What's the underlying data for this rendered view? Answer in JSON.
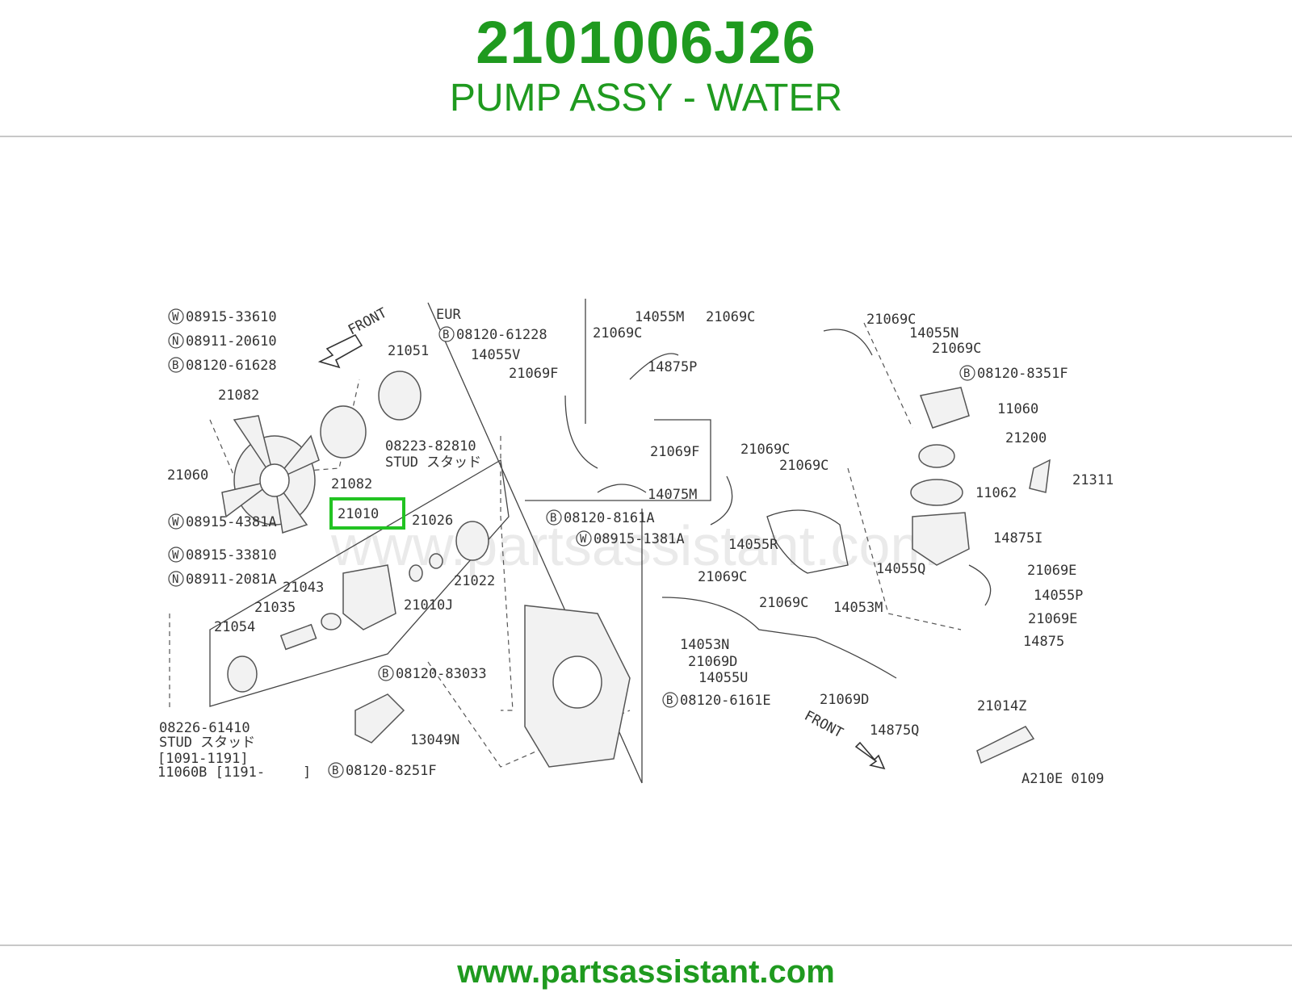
{
  "header": {
    "part_number": "2101006J26",
    "part_name": "PUMP ASSY - WATER"
  },
  "footer": {
    "site": "www.partsassistant.com"
  },
  "diagram": {
    "watermark": "www.partsassistant.com",
    "code": "A210E 0109",
    "front_label": "FRONT",
    "highlight_color": "#22c322",
    "highlighted_part": "21010",
    "callouts": [
      {
        "id": "w-08915-33610",
        "prefix": "W",
        "text": "08915-33610"
      },
      {
        "id": "n-08911-20610",
        "prefix": "N",
        "text": "08911-20610"
      },
      {
        "id": "b-08120-61628",
        "prefix": "B",
        "text": "08120-61628"
      },
      {
        "id": "p-21051",
        "text": "21051"
      },
      {
        "id": "p-21082a",
        "text": "21082"
      },
      {
        "id": "p-21082b",
        "text": "21082"
      },
      {
        "id": "p-21060",
        "text": "21060"
      },
      {
        "id": "p-08223",
        "text": "08223-82810"
      },
      {
        "id": "p-stud1",
        "text": "STUD スタッド"
      },
      {
        "id": "p-21010",
        "text": "21010"
      },
      {
        "id": "p-21026",
        "text": "21026"
      },
      {
        "id": "w-08915-4381a",
        "prefix": "W",
        "text": "08915-4381A"
      },
      {
        "id": "w-08915-33810",
        "prefix": "W",
        "text": "08915-33810"
      },
      {
        "id": "n-08911-2081a",
        "prefix": "N",
        "text": "08911-2081A"
      },
      {
        "id": "p-21043",
        "text": "21043"
      },
      {
        "id": "p-21022",
        "text": "21022"
      },
      {
        "id": "p-21035",
        "text": "21035"
      },
      {
        "id": "p-21010j",
        "text": "21010J"
      },
      {
        "id": "p-21054",
        "text": "21054"
      },
      {
        "id": "b-08120-83033",
        "prefix": "B",
        "text": "08120-83033"
      },
      {
        "id": "p-13049n",
        "text": "13049N"
      },
      {
        "id": "p-08226",
        "text": "08226-61410"
      },
      {
        "id": "p-stud2",
        "text": "STUD スタッド"
      },
      {
        "id": "p-range1",
        "text": "[1091-1191]"
      },
      {
        "id": "p-range2",
        "text": "11060B [1191-"
      },
      {
        "id": "p-range2end",
        "text": "]"
      },
      {
        "id": "b-08120-8251f",
        "prefix": "B",
        "text": "08120-8251F"
      },
      {
        "id": "p-eur",
        "text": "EUR"
      },
      {
        "id": "b-08120-61228",
        "prefix": "B",
        "text": "08120-61228"
      },
      {
        "id": "p-14055v",
        "text": "14055V"
      },
      {
        "id": "p-21069f-a",
        "text": "21069F"
      },
      {
        "id": "p-21069f-b",
        "text": "21069F"
      },
      {
        "id": "p-14075m",
        "text": "14075M"
      },
      {
        "id": "p-14055m",
        "text": "14055M"
      },
      {
        "id": "p-21069c-1",
        "text": "21069C"
      },
      {
        "id": "p-21069c-2",
        "text": "21069C"
      },
      {
        "id": "p-14875p",
        "text": "14875P"
      },
      {
        "id": "p-21069c-3",
        "text": "21069C"
      },
      {
        "id": "p-14055n",
        "text": "14055N"
      },
      {
        "id": "p-21069c-4",
        "text": "21069C"
      },
      {
        "id": "b-08120-8351f",
        "prefix": "B",
        "text": "08120-8351F"
      },
      {
        "id": "p-11060",
        "text": "11060"
      },
      {
        "id": "p-21200",
        "text": "21200"
      },
      {
        "id": "p-21311",
        "text": "21311"
      },
      {
        "id": "p-11062",
        "text": "11062"
      },
      {
        "id": "p-21069c-5",
        "text": "21069C"
      },
      {
        "id": "p-21069c-6",
        "text": "21069C"
      },
      {
        "id": "b-08120-8161a",
        "prefix": "B",
        "text": "08120-8161A"
      },
      {
        "id": "w-08915-1381a",
        "prefix": "W",
        "text": "08915-1381A"
      },
      {
        "id": "p-14055r",
        "text": "14055R"
      },
      {
        "id": "p-14875i",
        "text": "14875I"
      },
      {
        "id": "p-21069e-1",
        "text": "21069E"
      },
      {
        "id": "p-14055q",
        "text": "14055Q"
      },
      {
        "id": "p-21069c-7",
        "text": "21069C"
      },
      {
        "id": "p-21069c-8",
        "text": "21069C"
      },
      {
        "id": "p-14053m",
        "text": "14053M"
      },
      {
        "id": "p-14055p",
        "text": "14055P"
      },
      {
        "id": "p-21069e-2",
        "text": "21069E"
      },
      {
        "id": "p-14875",
        "text": "14875"
      },
      {
        "id": "p-14053n",
        "text": "14053N"
      },
      {
        "id": "p-21069d-1",
        "text": "21069D"
      },
      {
        "id": "p-14055u",
        "text": "14055U"
      },
      {
        "id": "b-08120-6161e",
        "prefix": "B",
        "text": "08120-6161E"
      },
      {
        "id": "p-21069d-2",
        "text": "21069D"
      },
      {
        "id": "p-14875q",
        "text": "14875Q"
      },
      {
        "id": "p-21014z",
        "text": "21014Z"
      }
    ]
  }
}
